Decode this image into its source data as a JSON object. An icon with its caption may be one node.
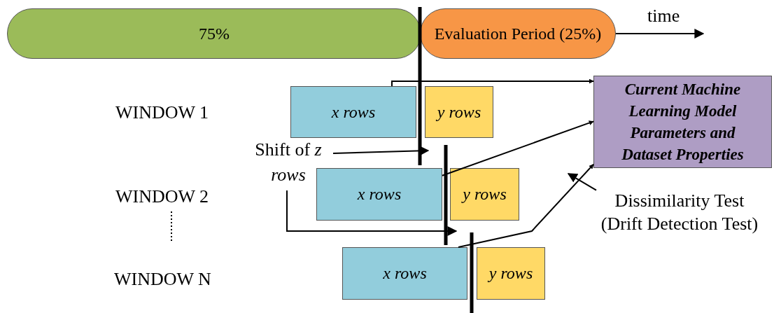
{
  "diagram": {
    "nodes": [
      {
        "text": [
          "75%"
        ]
      },
      {
        "text": [
          "Evaluation Period (25%)"
        ]
      },
      {
        "text": [
          "x rows"
        ]
      },
      {
        "text": [
          "y rows"
        ]
      },
      {
        "text": [
          "x rows"
        ]
      },
      {
        "text": [
          "y rows"
        ]
      },
      {
        "text": [
          "x rows"
        ]
      },
      {
        "text": [
          "y rows"
        ]
      },
      {
        "text": [
          "Current Machine Learning Model Parameters and Dataset Properties"
        ]
      },
      {
        "text": [
          "Dissimilarity Test (Drift Detection Test)"
        ]
      }
    ],
    "edges": [
      {
        "from": 2,
        "to": 8,
        "arrow": "to"
      },
      {
        "from": 4,
        "to": 8,
        "arrow": "to"
      },
      {
        "from": 6,
        "to": 8,
        "arrow": "to"
      },
      {
        "from": 9,
        "to": null,
        "arrow": "to"
      },
      {
        "from": 1,
        "to": null,
        "arrow": "to"
      }
    ],
    "labels": [
      "time",
      "WINDOW 1",
      "Shift of *z rows*",
      "WINDOW 2",
      "WINDOW N"
    ]
  }
}
